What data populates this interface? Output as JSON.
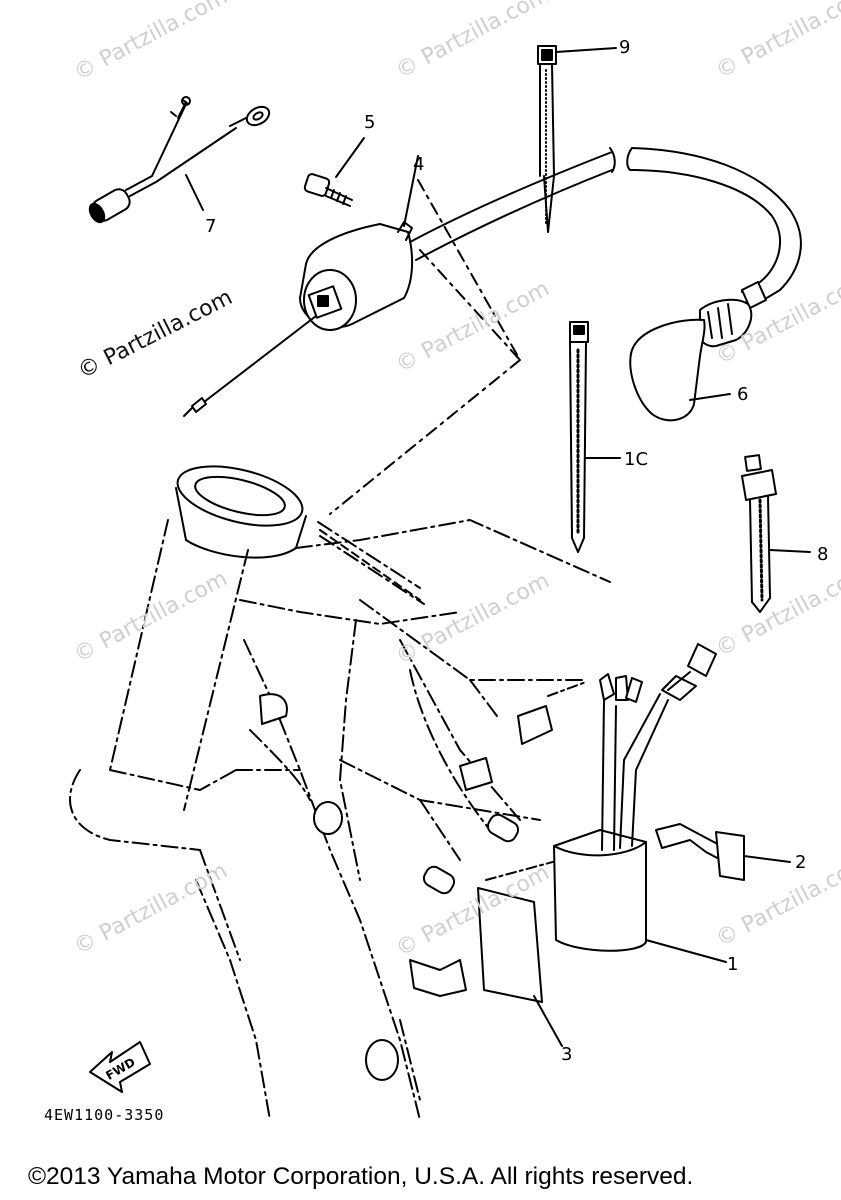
{
  "watermark_text": "© Partzilla.com",
  "watermark_positions_count": 12,
  "callouts": [
    "1",
    "2",
    "3",
    "4",
    "5",
    "6",
    "7",
    "8",
    "9",
    "1C"
  ],
  "fwd_label": "FWD",
  "diagram_code": "4EW1100-3350",
  "copyright": "©2013  Yamaha Motor Corporation, U.S.A. All rights reserved."
}
